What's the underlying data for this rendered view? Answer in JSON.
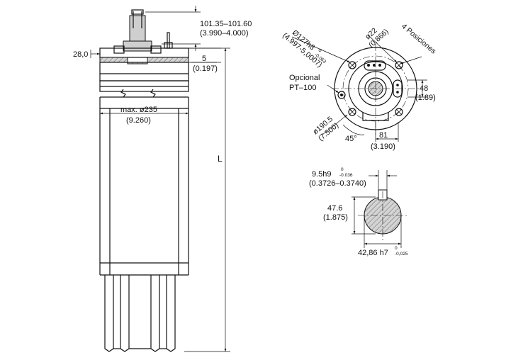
{
  "dims": {
    "top_clearance": "101.35–101.60",
    "top_clearance_in": "(3.990–4.000)",
    "flange_offset": "28,0",
    "step": "5",
    "step_in": "(0.197)",
    "max_diameter": "max. ø235",
    "max_diameter_in": "(9.260)",
    "length": "L",
    "pilot": "Ø127h8",
    "pilot_tol_upper": "0",
    "pilot_tol_lower": "-0,063",
    "pilot_in": "(4.997-5,0007)",
    "hole_dia": "ø22",
    "hole_dia_in": "(0.866)",
    "positions": "4 Posiciones",
    "option_line1": "Opcional",
    "option_line2": "PT–100",
    "slot": "48",
    "slot_in": "(1.89)",
    "bolt_circle": "ø190.5",
    "bolt_circle_in": "(7.500)",
    "angle": "45°",
    "offset": "81",
    "offset_in": "(3.190)",
    "key_width": "9.5h9",
    "key_tol_upper": "0",
    "key_tol_lower": "-0.036",
    "key_width_in": "(0.3726–0.3740)",
    "shaft_height": "47.6",
    "shaft_height_in": "(1.875)",
    "shaft_dia": "42,86 h7",
    "shaft_tol_upper": "0",
    "shaft_tol_lower": "-0,025"
  }
}
